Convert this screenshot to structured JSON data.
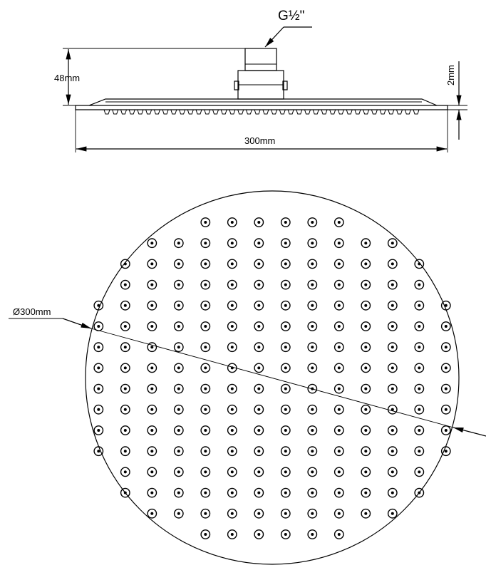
{
  "labels": {
    "thread": "G½\"",
    "height": "48mm",
    "thickness": "2mm",
    "width": "300mm",
    "diameter": "Ø300mm"
  },
  "top_view": {
    "nozzle_rows": [
      {
        "count": 6
      },
      {
        "count": 10
      },
      {
        "count": 12
      },
      {
        "count": 12
      },
      {
        "count": 14
      },
      {
        "count": 14
      },
      {
        "count": 14
      },
      {
        "count": 14
      },
      {
        "count": 14
      },
      {
        "count": 14
      },
      {
        "count": 14
      },
      {
        "count": 14
      },
      {
        "count": 12
      },
      {
        "count": 12
      },
      {
        "count": 10
      },
      {
        "count": 6
      }
    ]
  },
  "side_view": {
    "nozzle_count": 38
  }
}
